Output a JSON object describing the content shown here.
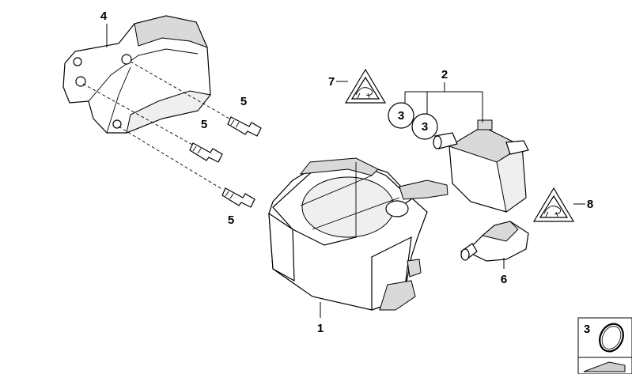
{
  "diagram": {
    "callouts": {
      "c1": "1",
      "c2": "2",
      "c3a": "3",
      "c3b": "3",
      "c4": "4",
      "c5a": "5",
      "c5b": "5",
      "c5c": "5",
      "c6": "6",
      "c7": "7",
      "c8": "8"
    },
    "legend": {
      "item_number": "3"
    },
    "icons": [
      "warning-triangle-icon",
      "warning-triangle-icon",
      "seal-ring-icon",
      "wedge-icon"
    ],
    "colors": {
      "line": "#000000",
      "shade": "#d9d9d9",
      "background": "#ffffff"
    }
  }
}
